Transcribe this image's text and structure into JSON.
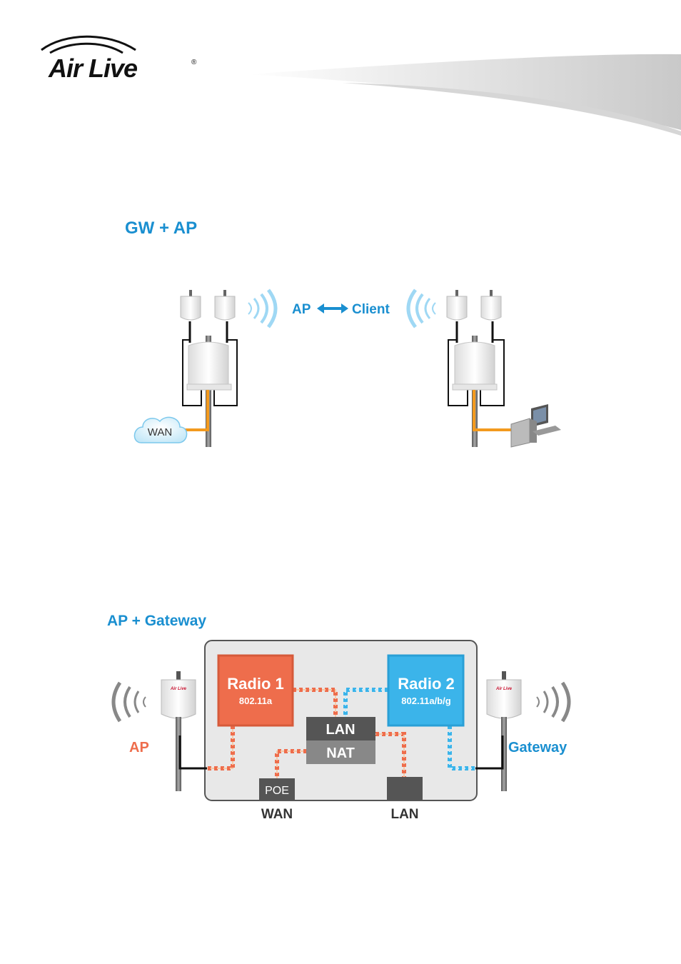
{
  "header": {
    "logo_text": "Air Live",
    "registered_mark": "®"
  },
  "section1": {
    "title": "GW + AP",
    "link_left": "AP",
    "link_right": "Client",
    "cloud_label": "WAN"
  },
  "section2": {
    "title": "AP + Gateway",
    "radio1_title": "Radio 1",
    "radio1_standard": "802.11a",
    "radio2_title": "Radio 2",
    "radio2_standard": "802.11a/b/g",
    "lan_block": "LAN",
    "nat_block": "NAT",
    "poe_port": "POE",
    "wan_label": "WAN",
    "lan_label": "LAN",
    "ap_label": "AP",
    "gateway_label": "Gateway",
    "device_brand": "Air Live"
  },
  "colors": {
    "title_blue": "#1a8fd0",
    "radio1_orange": "#ee6d4c",
    "radio2_blue": "#3bb4ea",
    "ap_orange": "#ee6d4c",
    "gateway_blue": "#1a8fd0",
    "cable_orange": "#f39a1e",
    "block_dark": "#555555",
    "block_gray": "#888888"
  }
}
